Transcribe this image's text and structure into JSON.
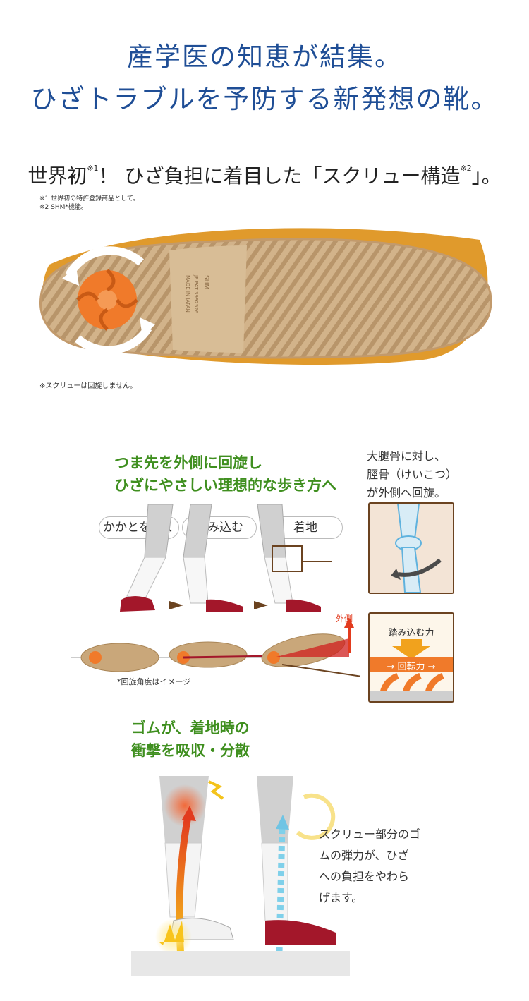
{
  "headline": {
    "line1": "産学医の知恵が結集。",
    "line2": "ひざトラブルを予防する新発想の靴。"
  },
  "feature": {
    "title_part1": "世界初",
    "title_sup1": "※1",
    "title_part2": "！ ひざ負担に着目した「スクリュー構造",
    "title_sup2": "※2",
    "title_part3": "」。",
    "footnote1": "※1 世界初の特許登録商品として。",
    "footnote2": "※2 SHM*機能。",
    "sole_brand": "SHM",
    "sole_patent": "JP PAT 3992526",
    "sole_made_in": "MADE IN JAPAN",
    "screw_note": "※スクリューは回旋しません。"
  },
  "gait": {
    "heading_line1": "つま先を外側に回旋し",
    "heading_line2": "ひざにやさしい理想的な歩き方へ",
    "femur_line1": "大腿骨に対し、",
    "femur_line2": "脛骨（けいこつ）",
    "femur_line3": "が外側へ回旋。",
    "steps": [
      "かかとをつく",
      "踏み込む",
      "着地"
    ],
    "outside_label": "外側",
    "step_force_label": "踏み込む力",
    "rotation_force_label": "→ 回転力 →",
    "rotation_note": "*回旋角度はイメージ"
  },
  "shock": {
    "heading_line1": "ゴムが、着地時の",
    "heading_line2": "衝撃を吸収・分散",
    "desc_line1": "スクリュー部分のゴ",
    "desc_line2": "ムの弾力が、ひざ",
    "desc_line3": "への負担をやわら",
    "desc_line4": "げます。"
  },
  "colors": {
    "headline_blue": "#1f4e96",
    "accent_green": "#3f8f1f",
    "screw_orange": "#f07a2a",
    "sole_tan": "#c9a77a",
    "shoe_red": "#a3172a",
    "frame_brown": "#6b4320"
  }
}
